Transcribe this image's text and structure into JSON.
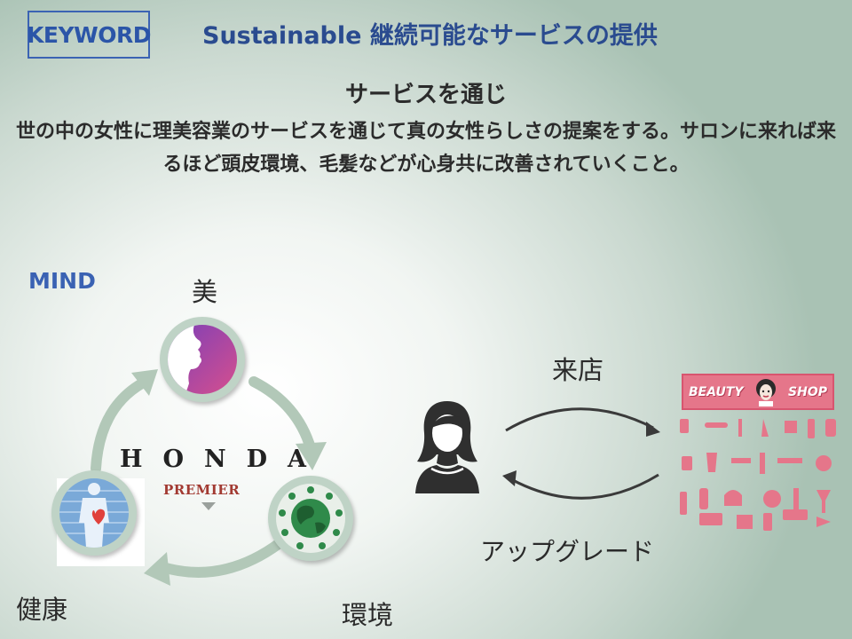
{
  "header": {
    "keyword_label": "KEYWORD",
    "title": "Sustainable 継続可能なサービスの提供"
  },
  "content": {
    "heading": "サービスを通じ",
    "description": "世の中の女性に理美容業のサービスを通じて真の女性らしさの提案をする。サロンに来れば来るほど頭皮環境、毛髪などが心身共に改善されていくこと。"
  },
  "mind": {
    "label": "MIND",
    "nodes": {
      "beauty": "美",
      "environment": "環境",
      "health": "健康"
    },
    "brand": [
      "H",
      "O",
      "N",
      "D",
      "A"
    ],
    "brand_sub": "PREMIER"
  },
  "flow": {
    "visit_label": "来店",
    "upgrade_label": "アップグレード",
    "shop_left": "BEAUTY",
    "shop_right": "SHOP"
  },
  "colors": {
    "accent_blue": "#2b55a8",
    "arrow_green": "#b2c8b8",
    "shop_pink": "#e5768a"
  },
  "icons": [
    "beauty-face-icon",
    "earth-icon",
    "body-heart-icon",
    "woman-avatar-icon",
    "beauty-tools-icon"
  ]
}
